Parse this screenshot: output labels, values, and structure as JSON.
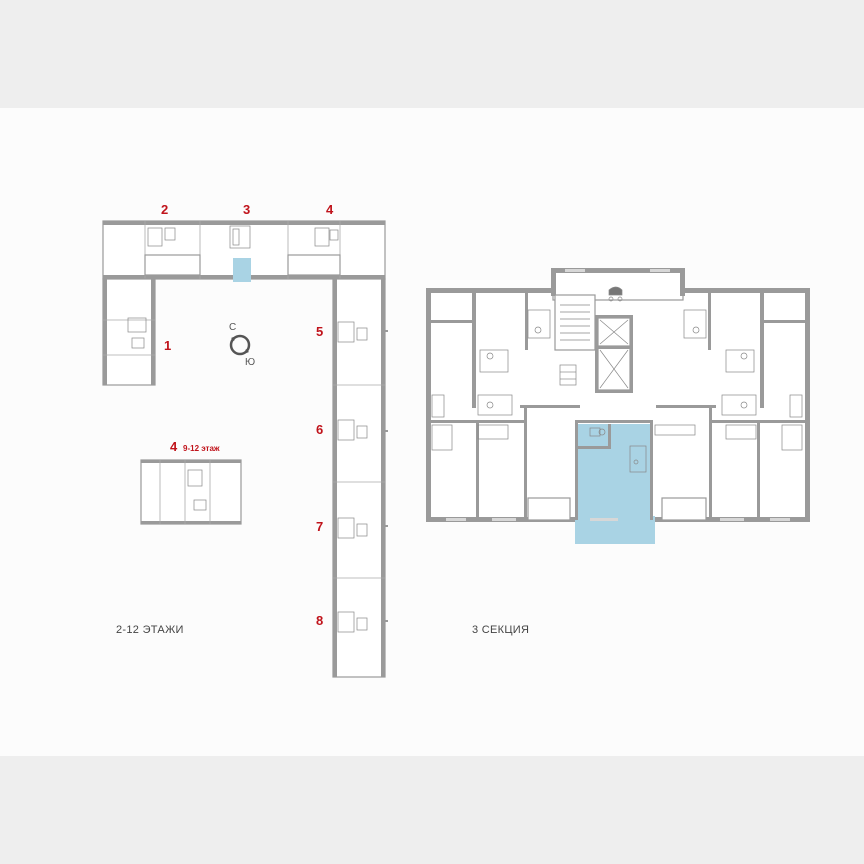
{
  "sections": {
    "s2": "2",
    "s3": "3",
    "s4": "4",
    "s1": "1",
    "s5": "5",
    "s6": "6",
    "s7": "7",
    "s8": "8",
    "s4b": "4"
  },
  "compass": {
    "north": "С",
    "south": "Ю"
  },
  "inset_label": "9-12 этаж",
  "caption_floors": "2-12 ЭТАЖИ",
  "caption_section": "3 СЕКЦИЯ",
  "colors": {
    "highlight": "#a9d3e4",
    "section_number": "#c0131b",
    "walls": "#9a9a9a"
  }
}
